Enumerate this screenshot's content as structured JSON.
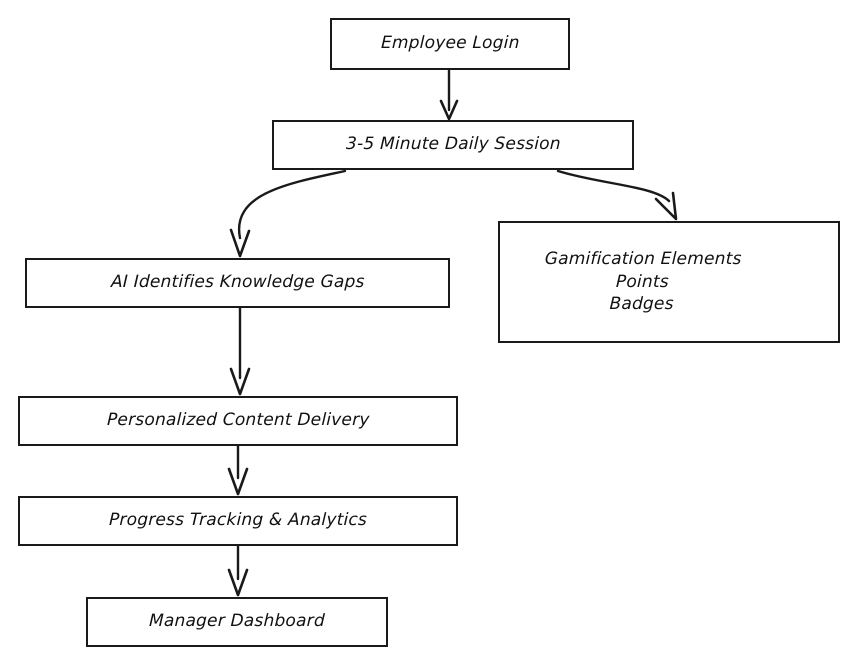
{
  "diagram": {
    "type": "flowchart",
    "orientation": "top-down",
    "style": "hand-drawn-sketch",
    "background_color": "#ffffff",
    "stroke_color": "#1a1a1a",
    "text_color": "#111111",
    "nodes": [
      {
        "id": "login",
        "label": "Employee Login"
      },
      {
        "id": "session",
        "label": "3-5 Minute Daily Session"
      },
      {
        "id": "ai_gaps",
        "label": "AI Identifies Knowledge Gaps"
      },
      {
        "id": "gamify",
        "label": "Gamification Elements\nPoints\nBadges"
      },
      {
        "id": "content",
        "label": "Personalized Content Delivery"
      },
      {
        "id": "progress",
        "label": "Progress Tracking & Analytics"
      },
      {
        "id": "manager",
        "label": "Manager Dashboard"
      }
    ],
    "edges": [
      {
        "from": "login",
        "to": "session",
        "shape": "straight"
      },
      {
        "from": "session",
        "to": "ai_gaps",
        "shape": "curved-left"
      },
      {
        "from": "session",
        "to": "gamify",
        "shape": "curved-right"
      },
      {
        "from": "ai_gaps",
        "to": "content",
        "shape": "straight"
      },
      {
        "from": "content",
        "to": "progress",
        "shape": "straight"
      },
      {
        "from": "progress",
        "to": "manager",
        "shape": "straight"
      }
    ]
  }
}
